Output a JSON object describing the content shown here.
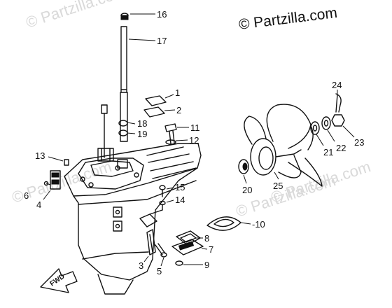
{
  "watermark": {
    "top_right": "© Partzilla.com",
    "faint": "© Partzilla.com"
  },
  "direction_label": "FWD",
  "callouts": [
    "1",
    "2",
    "3",
    "4",
    "5",
    "6",
    "7",
    "8",
    "9",
    "10",
    "11",
    "12",
    "13",
    "14",
    "15",
    "16",
    "17",
    "18",
    "19",
    "20",
    "21",
    "22",
    "23",
    "24",
    "25"
  ]
}
